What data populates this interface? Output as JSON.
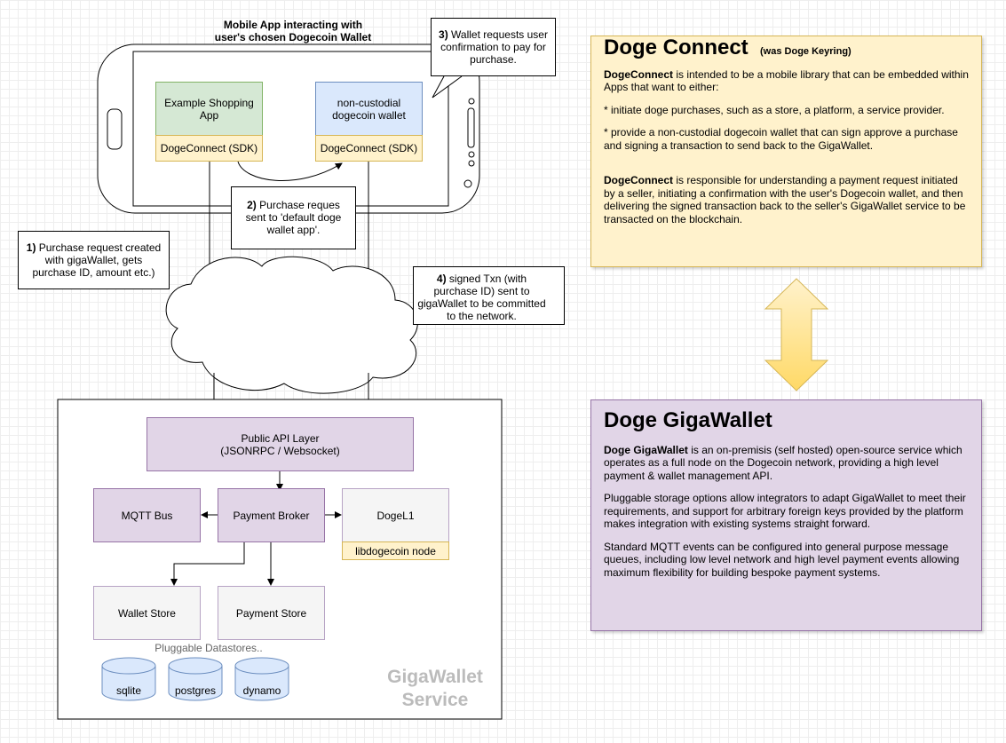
{
  "phone": {
    "title_line1": "Mobile App interacting with",
    "title_line2": "user's chosen Dogecoin Wallet",
    "shop_app": "Example Shopping App",
    "wallet_app": "non-custodial dogecoin wallet",
    "sdk_label": "DogeConnect (SDK)"
  },
  "callouts": {
    "c1_num": "1)",
    "c1_text": "Purchase request created with gigaWallet, gets purchase ID, amount etc.)",
    "c2_num": "2)",
    "c2_text": "Purchase reques sent to 'default doge wallet app'.",
    "c3_num": "3)",
    "c3_text": "Wallet requests user confirmation to pay for purchase.",
    "c4_num": "4)",
    "c4_text": "signed Txn (with purchase ID) sent to gigaWallet to be committed to the network."
  },
  "service": {
    "api_line1": "Public API Layer",
    "api_line2": "(JSONRPC / Websocket)",
    "mqtt": "MQTT Bus",
    "broker": "Payment Broker",
    "dogel1": "DogeL1",
    "libdogecoin": "libdogecoin node",
    "wallet_store": "Wallet Store",
    "payment_store": "Payment Store",
    "pluggable": "Pluggable Datastores..",
    "db1": "sqlite",
    "db2": "postgres",
    "db3": "dynamo",
    "watermark_line1": "GigaWallet",
    "watermark_line2": "Service"
  },
  "connect_panel": {
    "title": "Doge Connect",
    "subtitle": "(was Doge Keyring)",
    "p1_bold": "DogeConnect",
    "p1_rest": " is intended to be a mobile library that can be embedded within Apps that want to either:",
    "p2": "* initiate doge purchases, such as a store, a platform, a service provider.",
    "p3": "* provide a non-custodial dogecoin wallet that can sign approve a purchase and signing a transaction to send back to the GigaWallet.",
    "p4_bold": "DogeConnect",
    "p4_rest": " is responsible for understanding a payment request initiated by a seller, initiating a confirmation with the user's Dogecoin wallet, and then delivering the signed transaction back to the seller's GigaWallet service to be transacted on the blockchain."
  },
  "giga_panel": {
    "title": "Doge GigaWallet",
    "p1_bold": "Doge GigaWallet",
    "p1_rest": " is an on-premisis (self hosted) open-source service which operates as a full node on the Dogecoin network, providing a high level payment & wallet management API.",
    "p2": "Pluggable storage options allow integrators to adapt GigaWallet to meet their requirements, and support for arbitrary foreign keys provided by the platform makes integration with existing systems straight forward.",
    "p3": "Standard MQTT events can be configured into general purpose message queues, including low level network and high level payment events allowing maximum flexibility for building bespoke payment systems."
  },
  "colors": {
    "purple_fill": "#e1d5e7",
    "yellow_fill": "#fff2cc",
    "green_fill": "#d5e8d4",
    "blue_fill": "#dae8fc",
    "grey_fill": "#f5f5f5"
  }
}
